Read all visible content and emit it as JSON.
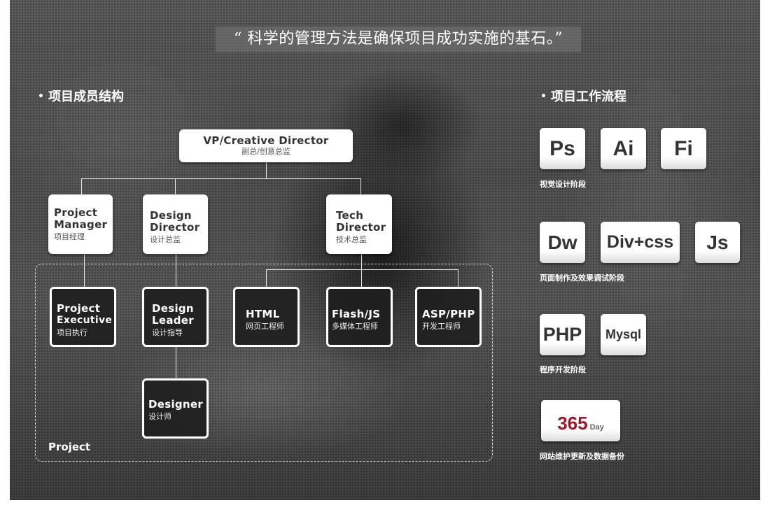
{
  "quote": "“ 科学的管理方法是确保项目成功实施的基石。”",
  "org": {
    "title": "项目成员结构",
    "project_label": "Project",
    "vp": {
      "en": "VP/Creative Director",
      "cn": "副总/创意总监"
    },
    "pm": {
      "en1": "Project",
      "en2": "Manager",
      "cn": "项目经理"
    },
    "dd": {
      "en1": "Design",
      "en2": "Director",
      "cn": "设计总监"
    },
    "td": {
      "en1": "Tech",
      "en2": "Director",
      "cn": "技术总监"
    },
    "pe": {
      "en1": "Project",
      "en2": "Executive",
      "cn": "项目执行"
    },
    "dl": {
      "en1": "Design",
      "en2": "Leader",
      "cn": "设计指导"
    },
    "html": {
      "en": "HTML",
      "cn": "网页工程师"
    },
    "flash": {
      "en": "Flash/JS",
      "cn": "多媒体工程师"
    },
    "asp": {
      "en": "ASP/PHP",
      "cn": "开发工程师"
    },
    "designer": {
      "en": "Designer",
      "cn": "设计师"
    }
  },
  "flow": {
    "title": "项目工作流程",
    "stage1": {
      "tools": [
        "Ps",
        "Ai",
        "Fi"
      ],
      "label": "视觉设计阶段"
    },
    "stage2": {
      "tools": [
        "Dw",
        "Div+css",
        "Js"
      ],
      "label": "页面制作及效果调试阶段"
    },
    "stage3": {
      "tools": [
        "PHP",
        "Mysql"
      ],
      "label": "程序开发阶段"
    },
    "stage4": {
      "number": "365",
      "unit": "Day",
      "label": "网站维护更新及数据备份"
    }
  },
  "colors": {
    "accent_red": "#9a1a2a"
  }
}
